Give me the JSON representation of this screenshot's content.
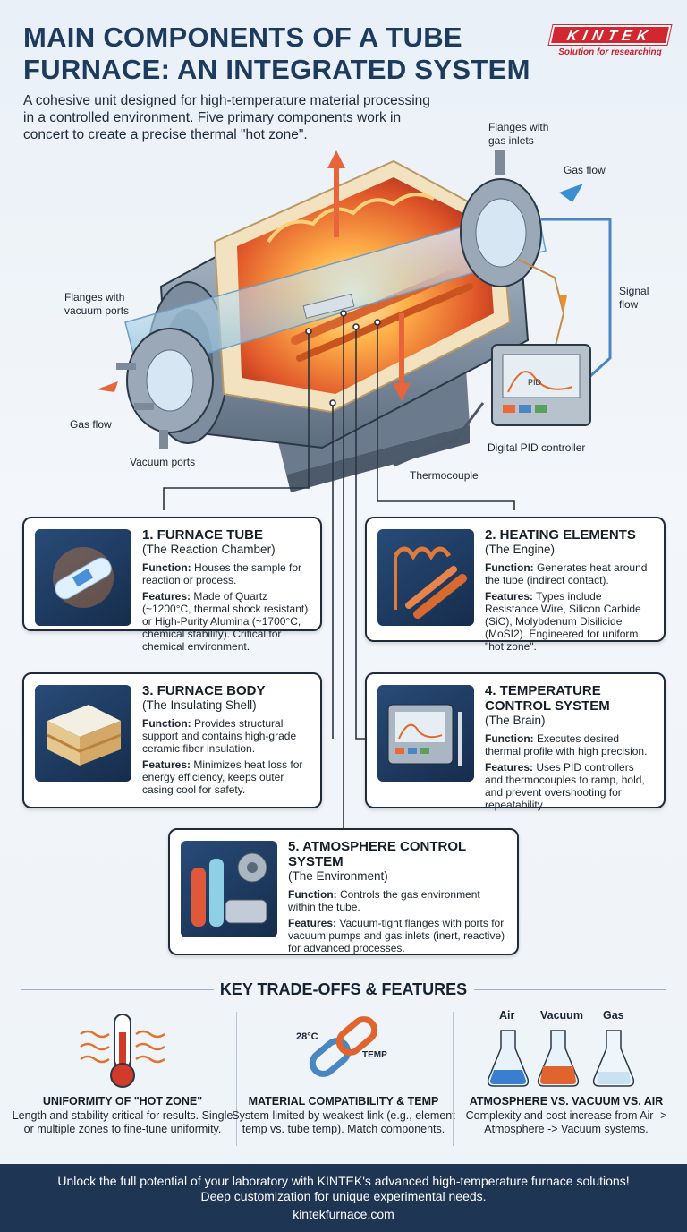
{
  "header": {
    "title": "MAIN COMPONENTS OF A TUBE FURNACE: AN INTEGRATED SYSTEM",
    "intro": "A cohesive unit designed for high-temperature material processing in a controlled environment. Five primary components work in concert to create a precise thermal \"hot zone\".",
    "logo_text": "KINTEK",
    "logo_tagline": "Solution for researching",
    "brand_color": "#d22630"
  },
  "diagram_labels": {
    "flanges_gas": "Flanges with gas inlets",
    "gas_flow_right": "Gas flow",
    "signal_flow": "Signal flow",
    "flanges_vacuum": "Flanges with vacuum ports",
    "gas_flow_left": "Gas flow",
    "vacuum_ports": "Vacuum ports",
    "pid_controller": "Digital PID controller",
    "thermocouple": "Thermocouple",
    "pid_screen": "PID"
  },
  "components": [
    {
      "title": "1. FURNACE TUBE",
      "subtitle": "(The Reaction Chamber)",
      "function_label": "Function:",
      "function": " Houses the sample for reaction or process.",
      "features_label": "Features:",
      "features": " Made of Quartz (~1200°C, thermal shock resistant) or High-Purity Alumina (~1700°C, chemical stability). Critical for chemical environment."
    },
    {
      "title": "2. HEATING ELEMENTS",
      "subtitle": "(The Engine)",
      "function_label": "Function:",
      "function": " Generates heat around the tube (indirect contact).",
      "features_label": "Features:",
      "features": " Types include Resistance Wire, Silicon Carbide (SiC), Molybdenum Disilicide (MoSI2). Engineered for uniform \"hot zone\"."
    },
    {
      "title": "3. FURNACE BODY",
      "subtitle": "(The Insulating Shell)",
      "function_label": "Function:",
      "function": " Provides structural support and contains high-grade ceramic fiber insulation.",
      "features_label": "Features:",
      "features": " Minimizes heat loss for energy efficiency, keeps outer casing cool for safety."
    },
    {
      "title": "4. TEMPERATURE CONTROL SYSTEM",
      "subtitle": "(The Brain)",
      "function_label": "Function:",
      "function": " Executes desired thermal profile with high precision.",
      "features_label": "Features:",
      "features": " Uses PID controllers and thermocouples to ramp, hold, and prevent overshooting for repeatability."
    },
    {
      "title": "5. ATMOSPHERE CONTROL SYSTEM",
      "subtitle": "(The Environment)",
      "function_label": "Function:",
      "function": " Controls the gas environment within the tube.",
      "features_label": "Features:",
      "features": " Vacuum-tight flanges with ports for vacuum pumps and gas inlets (inert, reactive) for advanced processes."
    }
  ],
  "tradeoffs": {
    "heading": "KEY TRADE-OFFS & FEATURES",
    "items": [
      {
        "title": "UNIFORMITY OF \"HOT ZONE\"",
        "desc": "Length and stability critical for results. Single or multiple zones to fine-tune uniformity."
      },
      {
        "title": "MATERIAL COMPATIBILITY & TEMP",
        "desc": "System limited by weakest link (e.g., element temp vs. tube temp). Match components.",
        "icon_text_1": "28°C",
        "icon_text_2": "TEMP"
      },
      {
        "title": "ATMOSPHERE VS. VACUUM VS. AIR",
        "desc": "Complexity and cost increase from Air -> Atmosphere -> Vacuum systems.",
        "flask_labels": [
          "Air",
          "Vacuum",
          "Gas"
        ]
      }
    ]
  },
  "footer": {
    "message": "Unlock the full potential of your laboratory with KINTEK's advanced high-temperature furnace solutions! Deep customization for unique experimental needs.",
    "url": "kintekfurnace.com",
    "color": "#1e3554"
  }
}
